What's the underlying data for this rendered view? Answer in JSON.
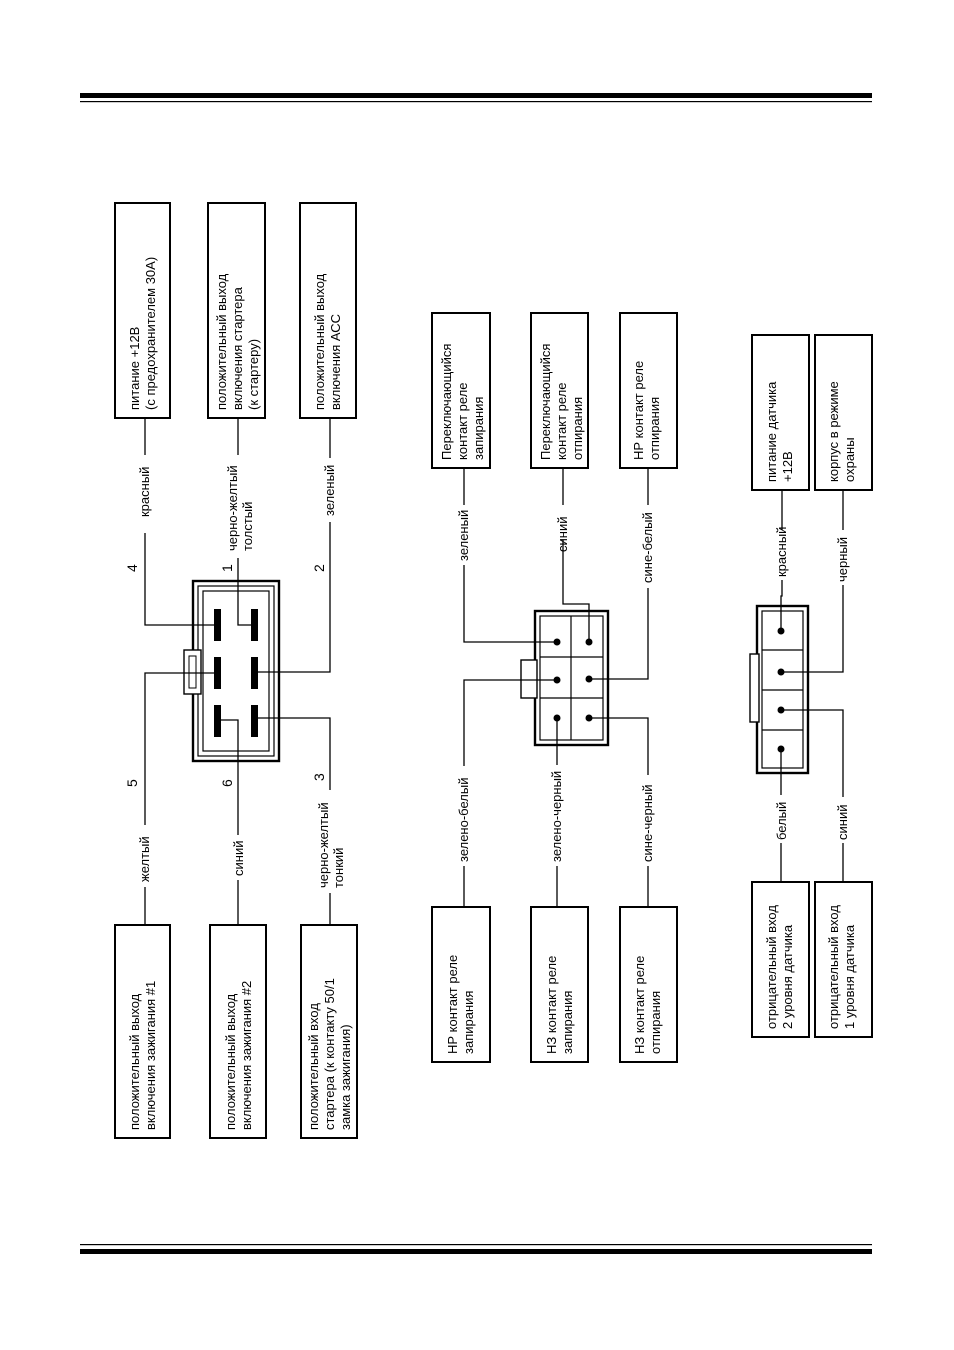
{
  "connector1": {
    "pin_numbers": {
      "p1": "1",
      "p2": "2",
      "p3": "3",
      "p4": "4",
      "p5": "5",
      "p6": "6"
    },
    "wires": {
      "w4": "красный",
      "w1": [
        "черно-желтый",
        "толстый"
      ],
      "w2": "зеленый",
      "w5": "желтый",
      "w6": "синий",
      "w3": [
        "черно-желтый",
        "тонкий"
      ]
    },
    "boxes": {
      "power": [
        "питание +12В",
        "(с предохранителем 30А)"
      ],
      "starter_out": [
        "положительный выход",
        "включения стартера",
        "(к стартеру)"
      ],
      "acc_out": [
        "положительный выход",
        "включения АСС"
      ],
      "ign1_out": [
        "положительный выход",
        "включения зажигания #1"
      ],
      "ign2_out": [
        "положительный выход",
        "включения зажигания #2"
      ],
      "starter_in": [
        "положительный вход",
        "стартера (к контакту 50/1",
        "замка зажигания)"
      ]
    }
  },
  "connector2": {
    "wires": {
      "green": "зеленый",
      "blue": "синий",
      "blue_white": "сине-белый",
      "green_white": "зелено-белый",
      "green_black": "зелено-черный",
      "blue_black": "сине-черный"
    },
    "boxes": {
      "switch_lock": [
        "Переключающийся",
        "контакт реле",
        "запирания"
      ],
      "switch_unlock": [
        "Переключающийся",
        "контакт реле",
        "отпирания"
      ],
      "no_unlock": [
        "НР контакт реле",
        "отпирания"
      ],
      "no_lock": [
        "НР контакт реле",
        "запирания"
      ],
      "nc_lock": [
        "НЗ контакт реле",
        "запирания"
      ],
      "nc_unlock": [
        "НЗ контакт реле",
        "отпирания"
      ]
    }
  },
  "connector3": {
    "wires": {
      "red": "красный",
      "black": "черный",
      "white": "белый",
      "blue": "синий"
    },
    "boxes": {
      "sensor_power": [
        "питание датчика",
        "+12В"
      ],
      "ground_armed": [
        "корпус в режиме",
        "охраны"
      ],
      "neg_in2": [
        "отрицательный вход",
        "2 уровня датчика"
      ],
      "neg_in1": [
        "отрицательный вход",
        "1 уровня датчика"
      ]
    }
  }
}
